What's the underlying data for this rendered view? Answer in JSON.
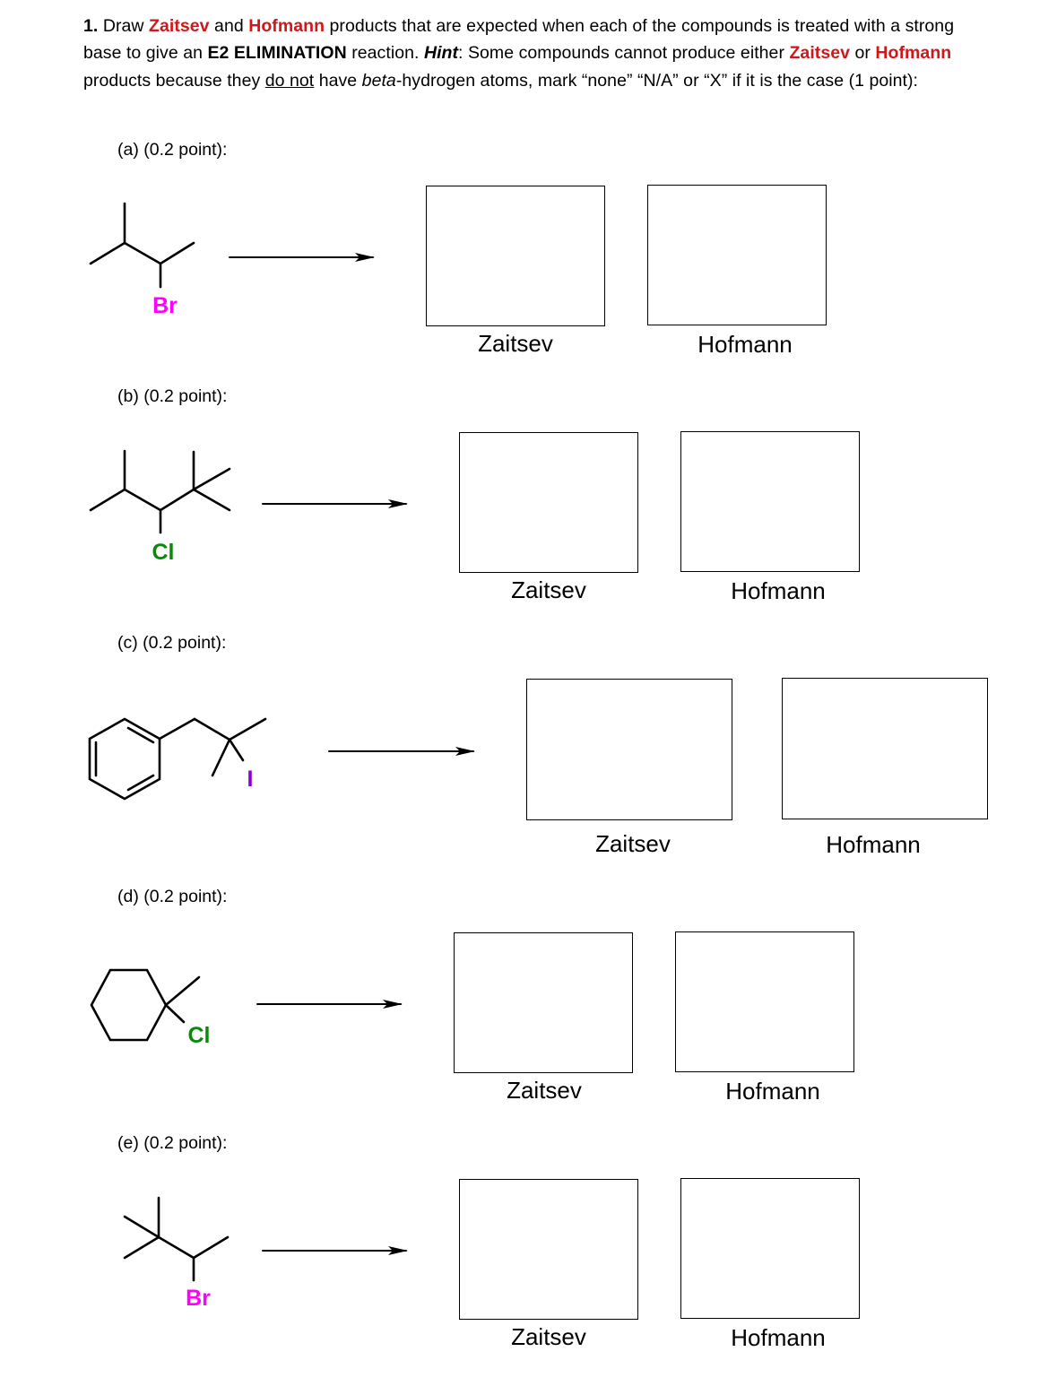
{
  "question": {
    "number": "1.",
    "t1": " Draw ",
    "zaitsev": "Zaitsev",
    "t2": " and ",
    "hofmann": "Hofmann",
    "t3": " products that are expected when each of the compounds is treated with a strong base to give an ",
    "e2": "E2 ELIMINATION",
    "t4": " reaction. ",
    "hint": "Hint",
    "t5": ": Some compounds cannot produce either ",
    "zaitsev2": "Zaitsev",
    "t6": " or ",
    "hofmann2": "Hofmann",
    "t7": " products because they ",
    "donot": "do not",
    "t8": " have ",
    "beta": "beta",
    "t9": "-hydrogen atoms, mark “none” “N/A” or “X” if it is the case (1 point):"
  },
  "parts": [
    {
      "label": "(a)  (0.2 point):",
      "leaving_group": "Br",
      "lg_color": "#ff00ff",
      "zaitsev_caption": "Zaitsev",
      "hofmann_caption": "Hofmann"
    },
    {
      "label": "(b)  (0.2 point):",
      "leaving_group": "Cl",
      "lg_color": "#0a8a0a",
      "zaitsev_caption": "Zaitsev",
      "hofmann_caption": "Hofmann"
    },
    {
      "label": "(c)  (0.2 point):",
      "leaving_group": "I",
      "lg_color": "#8a00d4",
      "zaitsev_caption": "Zaitsev",
      "hofmann_caption": "Hofmann"
    },
    {
      "label": "(d)  (0.2 point):",
      "leaving_group": "Cl",
      "lg_color": "#0a8a0a",
      "zaitsev_caption": "Zaitsev",
      "hofmann_caption": "Hofmann"
    },
    {
      "label": "(e)  (0.2 point):",
      "leaving_group": "Br",
      "lg_color": "#ff00ff",
      "zaitsev_caption": "Zaitsev",
      "hofmann_caption": "Hofmann"
    }
  ]
}
